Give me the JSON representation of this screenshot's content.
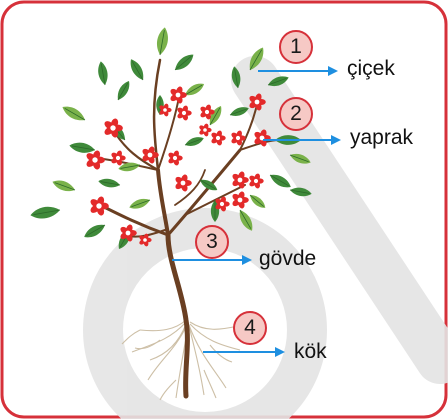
{
  "diagram": {
    "parts": [
      {
        "number": "1",
        "label": "çiçek"
      },
      {
        "number": "2",
        "label": "yaprak"
      },
      {
        "number": "3",
        "label": "gövde"
      },
      {
        "number": "4",
        "label": "kök"
      }
    ]
  },
  "colors": {
    "frame_border": "#d6313a",
    "badge_fill": "#f6c9c5",
    "badge_border": "#d6313a",
    "arrow": "#1e8fe0",
    "leaf": "#3f8a3a",
    "leaf_light": "#7ab24a",
    "flower": "#e32a2a",
    "stem": "#6a3f22",
    "root": "#cdbfa6",
    "watermark": "#e4e4e4"
  },
  "icons": {
    "flower": "flower-icon",
    "leaf": "leaf-icon"
  }
}
